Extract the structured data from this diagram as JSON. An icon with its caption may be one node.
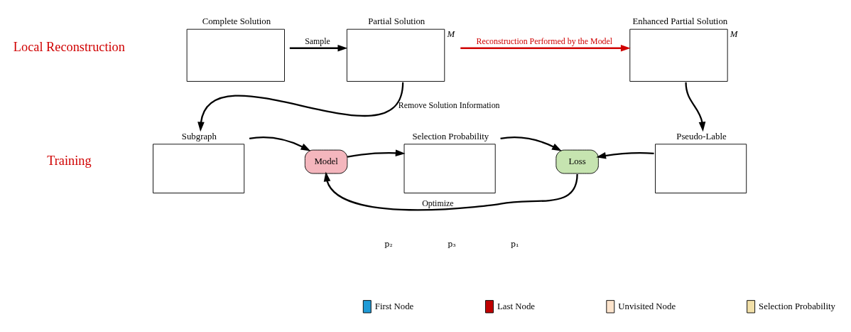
{
  "diagram": {
    "nodes": [
      {
        "text": [
          "Complete Solution"
        ]
      },
      {
        "text": [
          "Partial Solution"
        ],
        "beside": [
          "M"
        ]
      },
      {
        "text": [
          "Enhanced Partial Solution"
        ],
        "beside": [
          "M"
        ]
      },
      {
        "text": [
          "Subgraph"
        ]
      },
      {
        "text": [
          "Model"
        ]
      },
      {
        "text": [
          "Selection Probability"
        ]
      },
      {
        "text": [
          "Loss"
        ]
      },
      {
        "text": [
          "Pseudo-Lable"
        ]
      }
    ],
    "edges": [
      {
        "from": 0,
        "to": 1,
        "arrow": "to",
        "label": "Sample"
      },
      {
        "from": 1,
        "to": 2,
        "arrow": "to",
        "label": "Reconstruction Performed by the Model",
        "color": "#d00000"
      },
      {
        "from": 1,
        "to": 3,
        "arrow": "to",
        "label": "Remove Solution Information"
      },
      {
        "from": 2,
        "to": 7,
        "arrow": "to"
      },
      {
        "from": 3,
        "to": 4,
        "arrow": "to"
      },
      {
        "from": 4,
        "to": 5,
        "arrow": "to"
      },
      {
        "from": 5,
        "to": 6,
        "arrow": "to"
      },
      {
        "from": 7,
        "to": 6,
        "arrow": "to"
      },
      {
        "from": 6,
        "to": 4,
        "arrow": "to",
        "label": "Optimize"
      }
    ],
    "labels": [
      "Local Reconstruction",
      "Training",
      "p₂",
      "p₃",
      "p₁"
    ],
    "legend": [
      {
        "text": "First Node",
        "color": "#1f9bd7"
      },
      {
        "text": "Last Node",
        "color": "#c00000"
      },
      {
        "text": "Unvisited Node",
        "color": "#fde4cc"
      },
      {
        "text": "Selection Probability",
        "color": "#f2e0a8"
      }
    ]
  }
}
